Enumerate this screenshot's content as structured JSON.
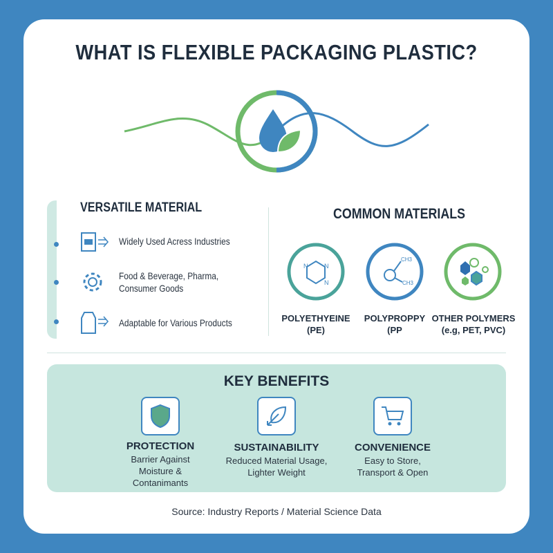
{
  "title": "WHAT IS FLEXIBLE PACKAGING PLASTIC?",
  "colors": {
    "background": "#3f86c0",
    "accent_blue": "#3f86c0",
    "accent_green": "#6fba6a",
    "panel_teal": "#c6e6de"
  },
  "versatile": {
    "heading": "VERSATILE MATERIAL",
    "items": [
      {
        "icon": "package-arrow-icon",
        "text": "Widely Used Acress Industries"
      },
      {
        "icon": "gear-icon",
        "text": "Food & Beverage, Pharma, Consumer Goods"
      },
      {
        "icon": "bag-arrow-icon",
        "text": "Adaptable for Various Products"
      }
    ]
  },
  "materials": {
    "heading": "COMMON MATERIALS",
    "items": [
      {
        "icon": "ring-molecule-icon",
        "line1": "POLYETHYEINE",
        "line2": "(PE)",
        "atom": "N"
      },
      {
        "icon": "propyl-molecule-icon",
        "line1": "POLYPROPPY",
        "line2": "(PP",
        "group": "CH3"
      },
      {
        "icon": "polymer-molecules-icon",
        "line1": "OTHER POLYMERS",
        "line2": "(e.g, PET, PVC)"
      }
    ]
  },
  "benefits": {
    "heading": "KEY BENEFITS",
    "items": [
      {
        "icon": "shield-icon",
        "title": "PROTECTION",
        "desc": "Barrier Against Moisture & Contanimants"
      },
      {
        "icon": "leaf-icon",
        "title": "SUSTAINABILITY",
        "desc": "Reduced Material Usage, Lighter Weight"
      },
      {
        "icon": "cart-icon",
        "title": "CONVENIENCE",
        "desc": "Easy to Store, Transport & Open"
      }
    ]
  },
  "source": "Source: Industry Reports / Material Science Data"
}
